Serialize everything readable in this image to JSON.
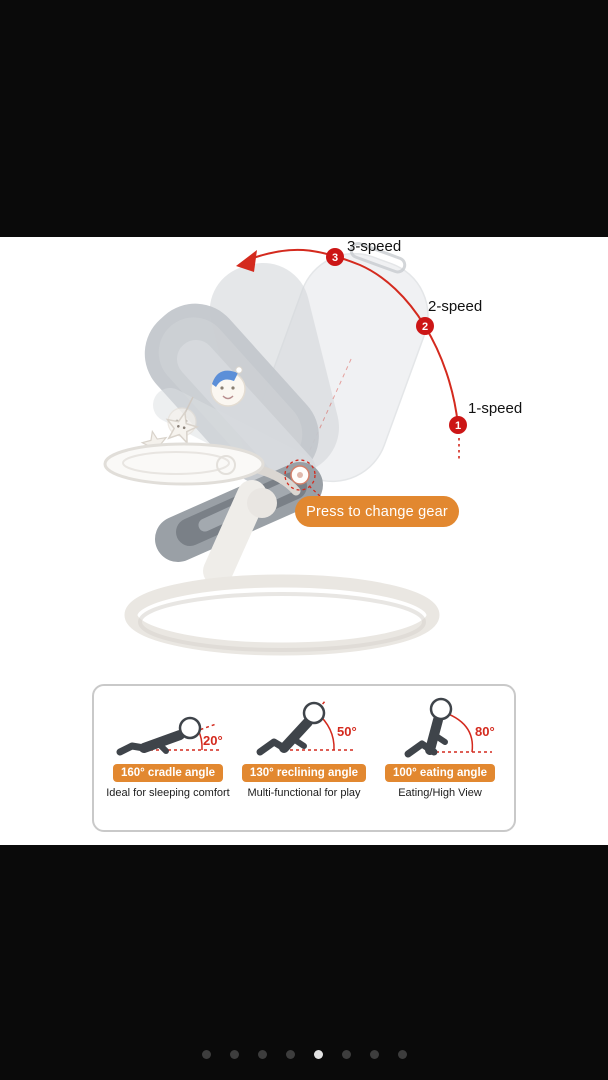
{
  "colors": {
    "accent_orange": "#e28830",
    "accent_red": "#d42a1e",
    "letterbox": "#0a0a0a"
  },
  "speed_callouts": [
    {
      "num": "3",
      "label": "3-speed"
    },
    {
      "num": "2",
      "label": "2-speed"
    },
    {
      "num": "1",
      "label": "1-speed"
    }
  ],
  "gear_callout": {
    "label": "Press to change gear"
  },
  "angle_cards": [
    {
      "angle": "20°",
      "badge": "160° cradle angle",
      "caption": "Ideal for sleeping comfort"
    },
    {
      "angle": "50°",
      "badge": "130° reclining angle",
      "caption": "Multi-functional for play"
    },
    {
      "angle": "80°",
      "badge": "100° eating angle",
      "caption": "Eating/High View"
    }
  ],
  "carousel": {
    "count": 8,
    "active_index": 4
  }
}
